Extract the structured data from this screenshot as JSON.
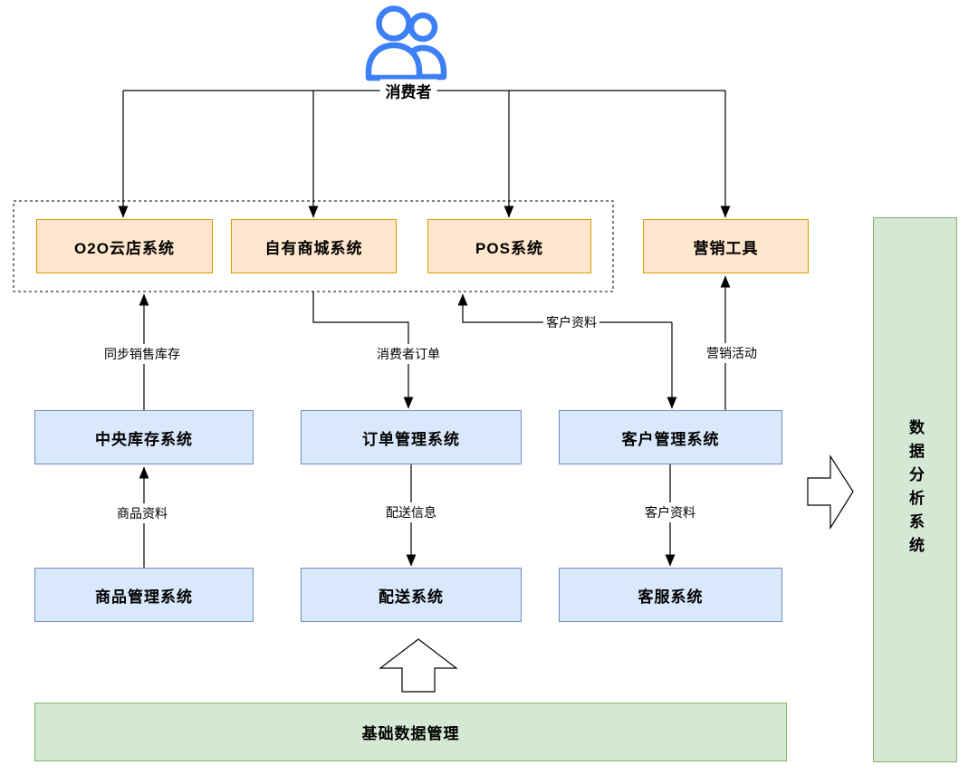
{
  "diagram": {
    "actor": {
      "label": "消费者",
      "icon": "users-icon"
    },
    "channels": {
      "o2o": {
        "label": "O2O云店系统"
      },
      "mall": {
        "label": "自有商城系统"
      },
      "pos": {
        "label": "POS系统"
      }
    },
    "marketing_tool": {
      "label": "营销工具"
    },
    "core_systems": {
      "central_inventory": {
        "label": "中央库存系统"
      },
      "order_management": {
        "label": "订单管理系统"
      },
      "customer_management": {
        "label": "客户管理系统"
      }
    },
    "support_systems": {
      "product_management": {
        "label": "商品管理系统"
      },
      "delivery": {
        "label": "配送系统"
      },
      "customer_service": {
        "label": "客服系统"
      }
    },
    "base_platform": {
      "label": "基础数据管理"
    },
    "analytics": {
      "label": "数据分析系统"
    },
    "edge_labels": {
      "sync_sales_inventory": "同步销售库存",
      "consumer_order": "消费者订单",
      "customer_data_pos": "客户资料",
      "marketing_activity": "营销活动",
      "product_data": "商品资料",
      "delivery_info": "配送信息",
      "customer_data_service": "客户资料"
    },
    "colors": {
      "channel_fill": "#ffe6cc",
      "channel_stroke": "#d79b00",
      "system_fill": "#dae8fc",
      "system_stroke": "#6c8ebf",
      "platform_fill": "#d5e8d4",
      "platform_stroke": "#82b366",
      "actor_icon_blue": "#3d7ff6",
      "connector": "#000000"
    }
  }
}
